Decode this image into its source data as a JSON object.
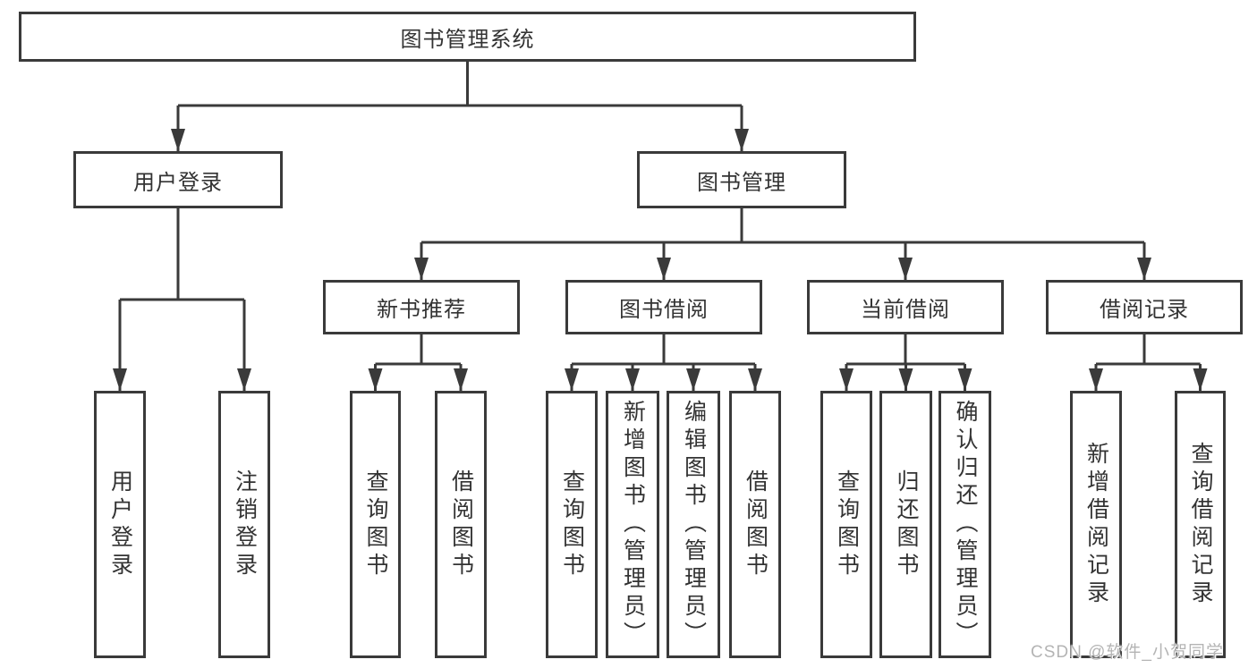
{
  "diagram": {
    "type": "hierarchy-tree",
    "root": {
      "label": "图书管理系统"
    },
    "level2": {
      "user_login": {
        "label": "用户登录"
      },
      "book_management": {
        "label": "图书管理"
      }
    },
    "level3": {
      "new_book_recommendation": {
        "label": "新书推荐"
      },
      "book_borrowing": {
        "label": "图书借阅"
      },
      "current_borrowing": {
        "label": "当前借阅"
      },
      "borrowing_records": {
        "label": "借阅记录"
      }
    },
    "leaves": {
      "user_login": {
        "login": "用户登录",
        "logout": "注销登录"
      },
      "new_book_recommendation": {
        "query_books": "查询图书",
        "borrow_books": "借阅图书"
      },
      "book_borrowing": {
        "query_books": "查询图书",
        "add_books_admin": "新增图书（管理员）",
        "edit_books_admin": "编辑图书（管理员）",
        "borrow_books": "借阅图书"
      },
      "current_borrowing": {
        "query_books": "查询图书",
        "return_books": "归还图书",
        "confirm_return_admin": "确认归还（管理员）"
      },
      "borrowing_records": {
        "add_record": "新增借阅记录",
        "query_record": "查询借阅记录"
      }
    },
    "watermark": "CSDN @软件_小贺同学",
    "colors": {
      "line": "#3a3a3a",
      "text": "#333333",
      "background": "#ffffff",
      "watermark": "#b4b4b4"
    }
  }
}
